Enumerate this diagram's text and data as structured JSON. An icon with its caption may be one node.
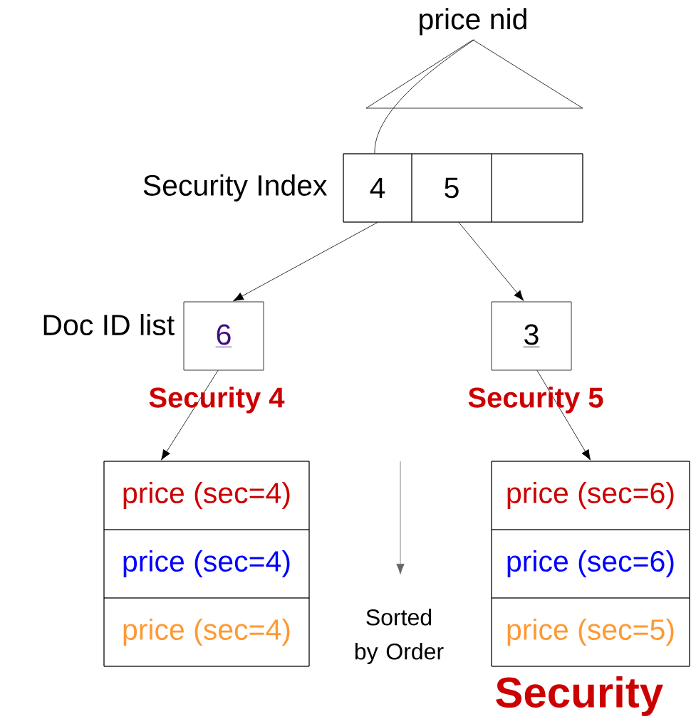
{
  "diagram": {
    "nodes": [
      {
        "text": [
          "price nid"
        ]
      },
      {
        "text": [
          "Security Index"
        ]
      },
      {
        "text": [
          "4"
        ],
        "in": 1
      },
      {
        "text": [
          "5"
        ],
        "in": 1
      },
      {
        "text": [],
        "shape": "box",
        "in": 1
      },
      {
        "text": [
          "6"
        ],
        "beside": [
          "Doc ID list"
        ]
      },
      {
        "text": [
          "3"
        ]
      },
      {
        "text": [],
        "shape": "box"
      },
      {
        "text": [
          "price (sec=4)"
        ],
        "in": 7
      },
      {
        "text": [
          "price (sec=4)"
        ],
        "in": 7
      },
      {
        "text": [
          "price (sec=4)"
        ],
        "in": 7
      },
      {
        "text": [],
        "shape": "box"
      },
      {
        "text": [
          "price (sec=6)"
        ],
        "in": 11
      },
      {
        "text": [
          "price (sec=6)"
        ],
        "in": 11
      },
      {
        "text": [
          "price (sec=5)"
        ],
        "in": 11
      }
    ],
    "edges": [
      {
        "from": 0,
        "to": 2,
        "arrow": "none"
      },
      {
        "from": 2,
        "to": 5,
        "arrow": "to"
      },
      {
        "from": 3,
        "to": 6,
        "arrow": "to"
      },
      {
        "from": 5,
        "to": 7,
        "arrow": "to"
      },
      {
        "from": 6,
        "to": 11,
        "arrow": "to"
      }
    ],
    "labels": [
      "Security 4",
      "Security 5",
      "Sorted by Order",
      "Security"
    ]
  }
}
